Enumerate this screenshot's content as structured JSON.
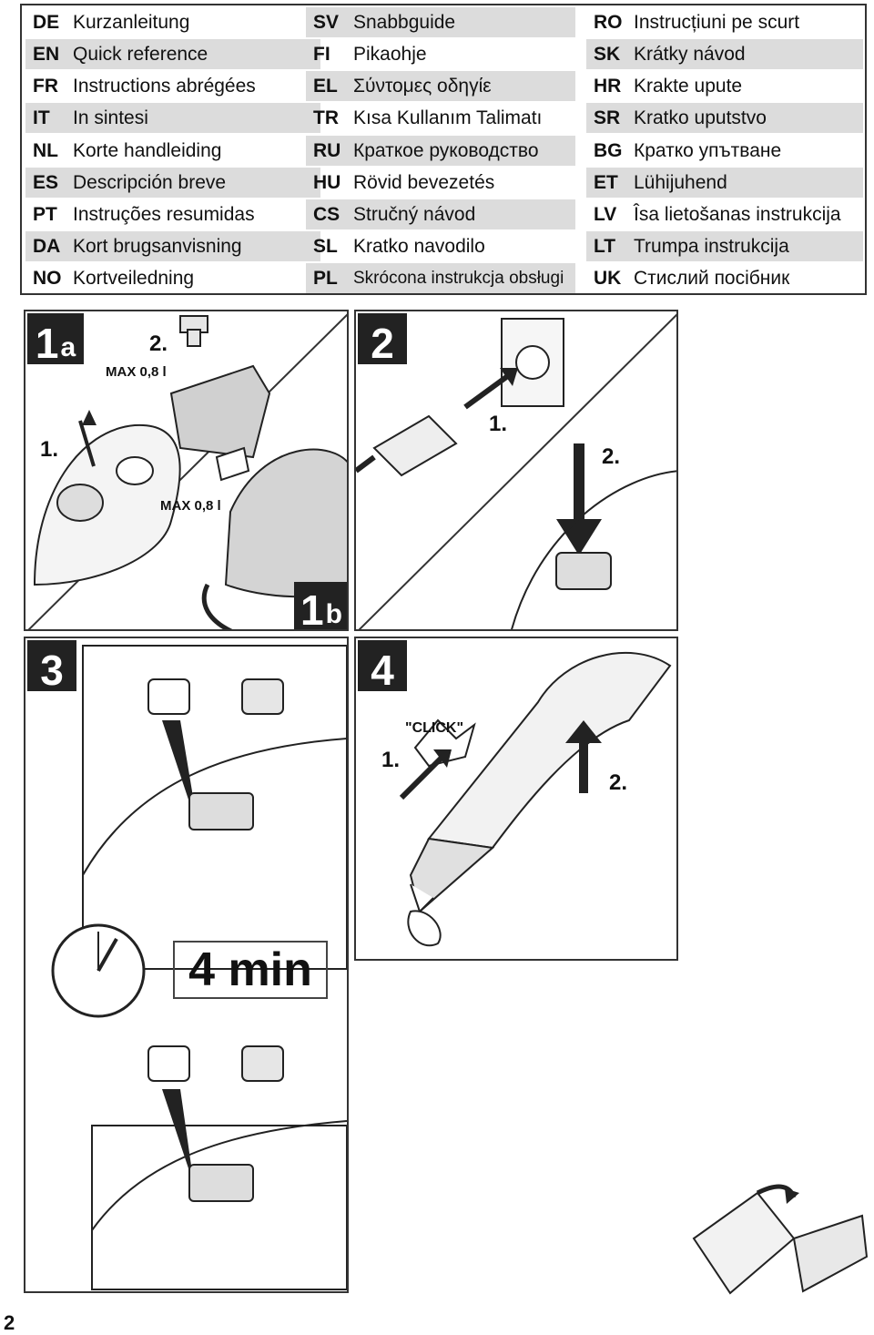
{
  "languages": [
    [
      {
        "code": "DE",
        "title": "Kurzanleitung"
      },
      {
        "code": "EN",
        "title": "Quick reference"
      },
      {
        "code": "FR",
        "title": "Instructions abrégées"
      },
      {
        "code": "IT",
        "title": "In sintesi"
      },
      {
        "code": "NL",
        "title": "Korte handleiding"
      },
      {
        "code": "ES",
        "title": "Descripción breve"
      },
      {
        "code": "PT",
        "title": "Instruções resumidas"
      },
      {
        "code": "DA",
        "title": "Kort brugsanvisning"
      },
      {
        "code": "NO",
        "title": "Kortveiledning"
      }
    ],
    [
      {
        "code": "SV",
        "title": "Snabbguide"
      },
      {
        "code": "FI",
        "title": "Pikaohje"
      },
      {
        "code": "EL",
        "title": "Σύντομες οδηγίε"
      },
      {
        "code": "TR",
        "title": "Kısa Kullanım Talimatı"
      },
      {
        "code": "RU",
        "title": "Краткое руководство"
      },
      {
        "code": "HU",
        "title": "Rövid bevezetés"
      },
      {
        "code": "CS",
        "title": "Stručný návod"
      },
      {
        "code": "SL",
        "title": "Kratko navodilo"
      },
      {
        "code": "PL",
        "title": "Skrócona instrukcja obsługi"
      }
    ],
    [
      {
        "code": "RO",
        "title": "Instrucțiuni pe scurt"
      },
      {
        "code": "SK",
        "title": "Krátky návod"
      },
      {
        "code": "HR",
        "title": "Krakte upute"
      },
      {
        "code": "SR",
        "title": "Kratko uputstvo"
      },
      {
        "code": "BG",
        "title": "Кратко упътване"
      },
      {
        "code": "ET",
        "title": "Lühijuhend"
      },
      {
        "code": "LV",
        "title": "Îsa lietošanas instrukcija"
      },
      {
        "code": "LT",
        "title": "Trumpa instrukcija"
      },
      {
        "code": "UK",
        "title": "Стислий посібник"
      }
    ]
  ],
  "step1": {
    "badge_main": "1",
    "badge_sub_a": "a",
    "badge_sub_b": "b",
    "label_1": "1.",
    "label_2": "2.",
    "max_label_top": "MAX 0,8 l",
    "max_label_bottom": "MAX 0,8 l"
  },
  "step2": {
    "badge": "2",
    "label_1": "1.",
    "label_2": "2."
  },
  "step3": {
    "badge": "3",
    "timer": "4 min"
  },
  "step4": {
    "badge": "4",
    "label_1": "1.",
    "label_2": "2.",
    "click": "\"CLICK\""
  },
  "page_number": "2"
}
